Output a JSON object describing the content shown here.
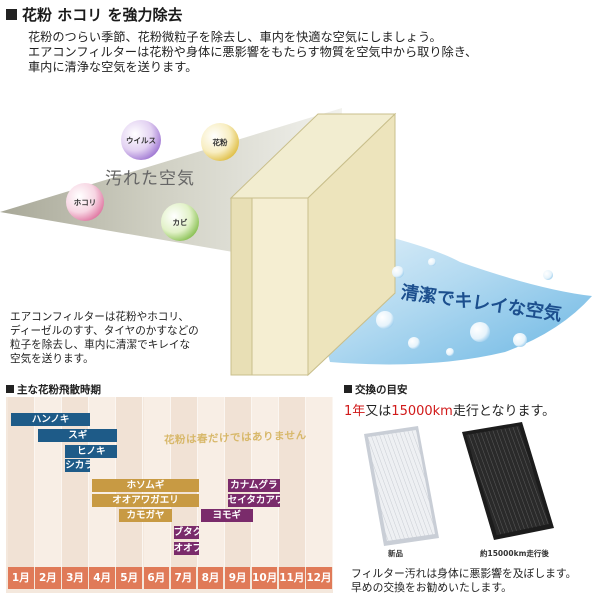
{
  "header": {
    "title": "花粉 ホコリ を強力除去"
  },
  "intro": {
    "line1": "花粉のつらい季節、花粉微粒子を除去し、車内を快適な空気にしましょう。",
    "line2": "エアコンフィルターは花粉や身体に悪影響をもたらす物質を空気中から取り除き、",
    "line3": "車内に清浄な空気を送ります。"
  },
  "illustration": {
    "particles": {
      "virus": "ウイルス",
      "pollen": "花粉",
      "dust": "ホコリ",
      "mold": "カビ"
    },
    "dirty_air": "汚れた空気",
    "clean_air": "清潔でキレイな空気"
  },
  "description": {
    "line1": "エアコンフィルターは花粉やホコリ、",
    "line2": "ディーゼルのすす、タイヤのかすなどの",
    "line3": "粒子を除去し、車内に清潔でキレイな",
    "line4": "空気を送ります。"
  },
  "pollen_chart": {
    "title": "主な花粉飛散時期",
    "note": "花粉は春だけではありません",
    "months": [
      "1月",
      "2月",
      "3月",
      "4月",
      "5月",
      "6月",
      "7月",
      "8月",
      "9月",
      "10月",
      "11月",
      "12月"
    ],
    "bars": [
      {
        "name": "ハンノキ",
        "start": 1,
        "end": 4,
        "color": "#1e5b88"
      },
      {
        "name": "スギ",
        "start": 2,
        "end": 5,
        "color": "#1e5b88"
      },
      {
        "name": "ヒノキ",
        "start": 3,
        "end": 5,
        "color": "#1e5b88"
      },
      {
        "name": "シカラバ",
        "start": 3,
        "end": 4,
        "color": "#1e5b88"
      },
      {
        "name": "ホソムギ",
        "start": 4,
        "end": 8,
        "color": "#c89a43"
      },
      {
        "name": "オオアワガエリ",
        "start": 4,
        "end": 8,
        "color": "#c89a43"
      },
      {
        "name": "カモガヤ",
        "start": 5,
        "end": 7,
        "color": "#c89a43"
      },
      {
        "name": "カナムグラ",
        "start": 9,
        "end": 11,
        "color": "#7a2b6b"
      },
      {
        "name": "セイタカアワダチソウ",
        "start": 9,
        "end": 11,
        "color": "#7a2b6b"
      },
      {
        "name": "ヨモギ",
        "start": 8,
        "end": 10,
        "color": "#7a2b6b"
      },
      {
        "name": "ブタクサ",
        "start": 7,
        "end": 8,
        "color": "#7a2b6b"
      },
      {
        "name": "オオブタクサ",
        "start": 7,
        "end": 8,
        "color": "#7a2b6b"
      }
    ]
  },
  "exchange": {
    "title": "交換の目安",
    "interval_year": "1年",
    "interval_mid": "又は",
    "interval_km": "15000km",
    "interval_tail": "走行となります。",
    "new_label": "新品",
    "used_label": "約15000km走行後",
    "note_line1": "フィルター汚れは身体に悪影響を及ぼします。",
    "note_line2": "早めの交換をお勧めいたします。"
  }
}
